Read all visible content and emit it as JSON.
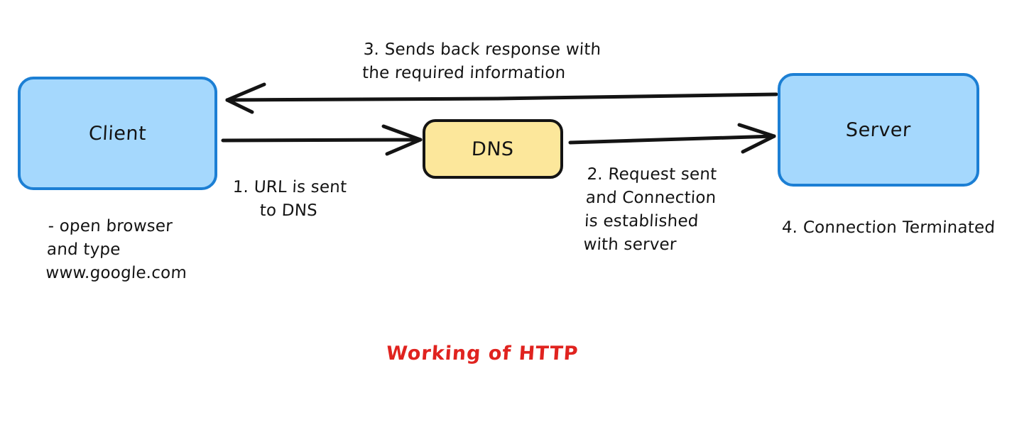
{
  "diagram": {
    "title": "Working of HTTP",
    "title_color": "#e0231f",
    "background_color": "#ffffff",
    "nodes": [
      {
        "id": "client",
        "label": "Client",
        "fill": "#a5d8fd",
        "stroke": "#1c7fd4",
        "note": "- open browser\nand type\nwww.google.com"
      },
      {
        "id": "dns",
        "label": "DNS",
        "fill": "#fce79b",
        "stroke": "#141414"
      },
      {
        "id": "server",
        "label": "Server",
        "fill": "#a5d8fd",
        "stroke": "#1c7fd4"
      }
    ],
    "edges": [
      {
        "id": "step1",
        "from": "client",
        "to": "dns",
        "label": "1. URL is sent\nto DNS",
        "direction": "right",
        "color": "#141414"
      },
      {
        "id": "step2",
        "from": "dns",
        "to": "server",
        "label": "2. Request sent\nand Connection\nis established\nwith server",
        "direction": "right",
        "color": "#141414"
      },
      {
        "id": "step3",
        "from": "server",
        "to": "client",
        "label": "3. Sends back response with\nthe required information",
        "direction": "left",
        "color": "#141414"
      }
    ],
    "notes": [
      {
        "id": "step4",
        "label": "4. Connection Terminated",
        "near": "server"
      }
    ]
  }
}
